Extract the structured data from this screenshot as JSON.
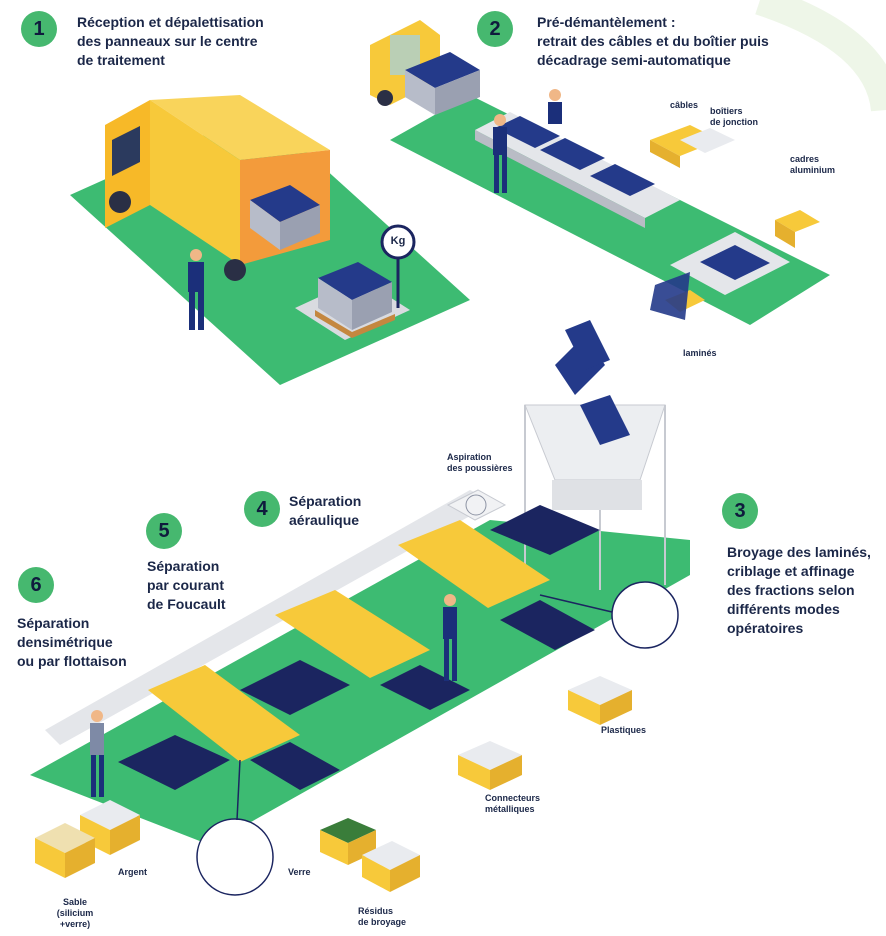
{
  "steps": [
    {
      "number": "1",
      "title": "Réception et dépalettisation\ndes panneaux sur le centre\nde traitement"
    },
    {
      "number": "2",
      "title": "Pré-démantèlement :\nretrait des câbles et du boîtier puis\ndécadrage semi-automatique"
    },
    {
      "number": "3",
      "title": "Broyage des laminés,\ncriblage et affinage\ndes fractions selon\ndifférents modes\nopératoires"
    },
    {
      "number": "4",
      "title": "Séparation\naéraulique"
    },
    {
      "number": "5",
      "title": "Séparation\npar courant\nde Foucault"
    },
    {
      "number": "6",
      "title": "Séparation\ndensimétrique\nou par flottaison"
    }
  ],
  "labels": {
    "scale": "Kg",
    "cables": "câbles",
    "junction_boxes": "boîtiers\nde jonction",
    "aluminium_frames": "cadres\naluminium",
    "laminates": "laminés",
    "dust_extraction": "Aspiration\ndes poussières",
    "plastics": "Plastiques",
    "metal_connectors": "Connecteurs\nmétalliques",
    "silver": "Argent",
    "glass": "Verre",
    "sand": "Sable\n(silicium\n+verre)",
    "crushing_residue": "Résidus\nde broyage"
  },
  "colors": {
    "green_badge": "#46b86f",
    "floor_green": "#3dbb72",
    "yellow": "#f7c93a",
    "navy": "#1b2560",
    "grey": "#d9dbe0"
  }
}
